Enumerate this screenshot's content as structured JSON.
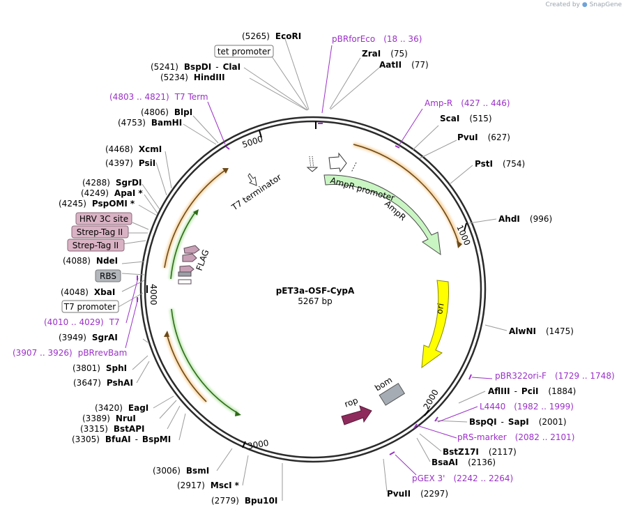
{
  "credit": {
    "prefix": "Created by",
    "brand": "SnapGene"
  },
  "plasmid": {
    "name": "pET3a-OSF-CypA",
    "size": "5267 bp"
  },
  "ticks": [
    "1000",
    "2000",
    "3000",
    "4000",
    "5000"
  ],
  "features": {
    "ampr": "AmpR",
    "ampr_promoter": "AmpR promoter",
    "ori": "ori",
    "bom": "bom",
    "rop": "rop",
    "flag": "FLAG",
    "t7_terminator": "T7 terminator"
  },
  "boxes": {
    "tet_promoter": "tet promoter",
    "hrv3c": "HRV 3C site",
    "strep1": "Strep-Tag II",
    "strep2": "Strep-Tag II",
    "rbs": "RBS",
    "t7_promoter": "T7 promoter"
  },
  "enzymes": {
    "ecori": {
      "pos": "(5265)",
      "name": "EcoRI"
    },
    "bspdi": {
      "pos": "(5241)",
      "name": "BspDI",
      "sep": "-",
      "name2": "ClaI"
    },
    "hindiii": {
      "pos": "(5234)",
      "name": "HindIII"
    },
    "blpi": {
      "pos": "(4806)",
      "name": "BlpI"
    },
    "bamhi": {
      "pos": "(4753)",
      "name": "BamHI"
    },
    "xcmi": {
      "pos": "(4468)",
      "name": "XcmI"
    },
    "psii": {
      "pos": "(4397)",
      "name": "PsiI"
    },
    "sgrdi": {
      "pos": "(4288)",
      "name": "SgrDI"
    },
    "apai": {
      "pos": "(4249)",
      "name": "ApaI",
      "star": "*"
    },
    "pspomi": {
      "pos": "(4245)",
      "name": "PspOMI",
      "star": "*"
    },
    "ndei": {
      "pos": "(4088)",
      "name": "NdeI"
    },
    "xbai": {
      "pos": "(4048)",
      "name": "XbaI"
    },
    "sgrai": {
      "pos": "(3949)",
      "name": "SgrAI"
    },
    "sphi": {
      "pos": "(3801)",
      "name": "SphI"
    },
    "pshai": {
      "pos": "(3647)",
      "name": "PshAI"
    },
    "eagi": {
      "pos": "(3420)",
      "name": "EagI"
    },
    "nrui": {
      "pos": "(3389)",
      "name": "NruI"
    },
    "bstapi": {
      "pos": "(3315)",
      "name": "BstAPI"
    },
    "bfuai": {
      "pos": "(3305)",
      "name": "BfuAI",
      "sep": "-",
      "name2": "BspMI"
    },
    "bsmi": {
      "pos": "(3006)",
      "name": "BsmI"
    },
    "msci": {
      "pos": "(2917)",
      "name": "MscI",
      "star": "*"
    },
    "bpu10i": {
      "pos": "(2779)",
      "name": "Bpu10I"
    },
    "zrai": {
      "name": "ZraI",
      "pos": "(75)"
    },
    "aatii": {
      "name": "AatII",
      "pos": "(77)"
    },
    "scai": {
      "name": "ScaI",
      "pos": "(515)"
    },
    "pvui": {
      "name": "PvuI",
      "pos": "(627)"
    },
    "psti": {
      "name": "PstI",
      "pos": "(754)"
    },
    "ahdi": {
      "name": "AhdI",
      "pos": "(996)"
    },
    "alwni": {
      "name": "AlwNI",
      "pos": "(1475)"
    },
    "afliii": {
      "name": "AflIII",
      "sep": "-",
      "name2": "PciI",
      "pos": "(1884)"
    },
    "bspqi": {
      "name": "BspQI",
      "sep": "-",
      "name2": "SapI",
      "pos": "(2001)"
    },
    "bstz17i": {
      "name": "BstZ17I",
      "pos": "(2117)"
    },
    "bsaai": {
      "name": "BsaAI",
      "pos": "(2136)"
    },
    "pvuii": {
      "name": "PvuII",
      "pos": "(2297)"
    }
  },
  "primers": {
    "pbrforeco": {
      "name": "pBRforEco",
      "range": "(18 .. 36)"
    },
    "t7term": {
      "range": "(4803 .. 4821)",
      "name": "T7 Term"
    },
    "t7": {
      "range": "(4010 .. 4029)",
      "name": "T7"
    },
    "pbrrevbam": {
      "range": "(3907 .. 3926)",
      "name": "pBRrevBam"
    },
    "ampr_primer": {
      "name": "Amp-R",
      "range": "(427 .. 446)"
    },
    "pbr322ori": {
      "name": "pBR322ori-F",
      "range": "(1729 .. 1748)"
    },
    "l4440": {
      "name": "L4440",
      "range": "(1982 .. 1999)"
    },
    "prsmarker": {
      "name": "pRS-marker",
      "range": "(2082 .. 2101)"
    },
    "pgex3": {
      "name": "pGEX 3'",
      "range": "(2242 .. 2264)"
    }
  },
  "colors": {
    "backbone": "#2b2b2b",
    "ampr_fill": "#c9f5c3",
    "ori_fill": "#ffff00",
    "rop_fill": "#8e2b5c",
    "bom_fill": "#a6acb3",
    "orange_arc": "#e3952e",
    "green_arc": "#2f8c1a",
    "primer": "#9b30c8",
    "tag_pink": "#d9b3c4",
    "rbs_grey": "#b3b7bb"
  }
}
